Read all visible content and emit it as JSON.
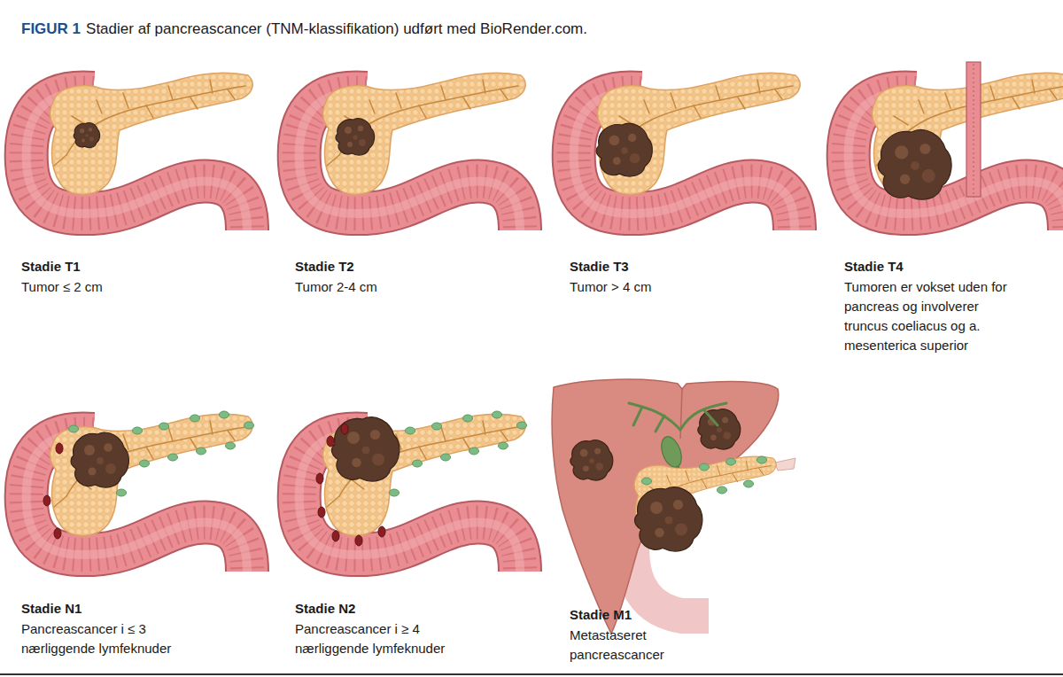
{
  "diagram": {
    "title": "Stadier af pancreascancer (TNM-klassifikation) udført med BioRender.com.",
    "labels": [
      "FIGUR 1",
      "Stadie T1",
      "Tumor ≤ 2 cm",
      "Stadie T2",
      "Tumor 2-4 cm",
      "Stadie T3",
      "Tumor > 4 cm",
      "Stadie T4",
      "Tumoren er vokset uden for pancreas og involverer truncus coeliacus og a. mesenterica superior",
      "Stadie N1",
      "Pancreascancer i ≤ 3 nærliggende lymfeknuder",
      "Stadie N2",
      "Pancreascancer i ≥ 4 nærliggende lymfeknuder",
      "Stadie M1",
      "Metastaseret pancreascancer"
    ]
  }
}
